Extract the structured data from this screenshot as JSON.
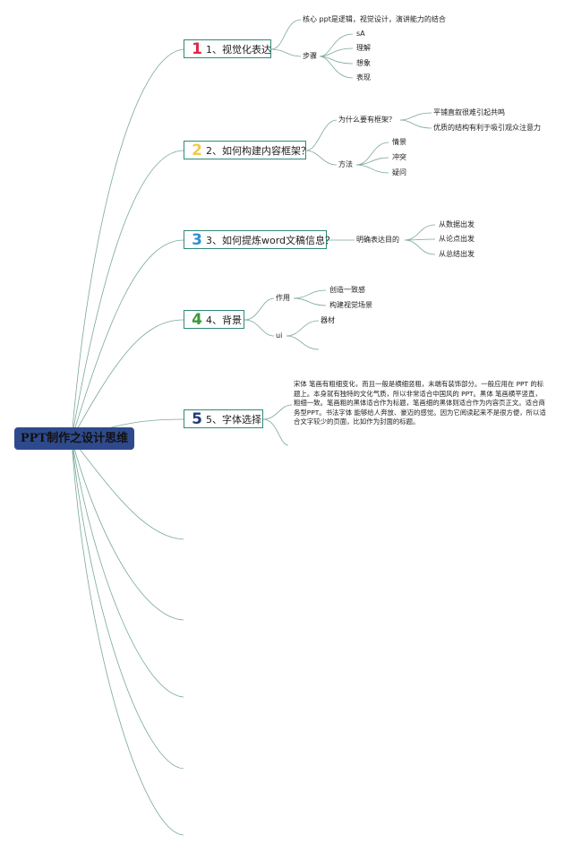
{
  "root": {
    "label": "PPT制作之设计思维"
  },
  "topics": [
    {
      "num": "1",
      "label": "1、视觉化表达",
      "color": "#e0264a"
    },
    {
      "num": "2",
      "label": "2、如何构建内容框架？",
      "color": "#f2c94c"
    },
    {
      "num": "3",
      "label": "3、如何提炼word文稿信息？",
      "color": "#2d8fd5"
    },
    {
      "num": "4",
      "label": "4、背景",
      "color": "#3a9a3c"
    },
    {
      "num": "5",
      "label": "5、字体选择",
      "color": "#233a7a"
    }
  ],
  "t1": {
    "core": "核心 ppt是逻辑，视觉设计，演讲能力的结合",
    "steps": "步骤",
    "step_items": [
      "sA",
      "理解",
      "想象",
      "表现"
    ]
  },
  "t2": {
    "why": "为什么要有框架？",
    "why_items": [
      "平铺直叙很难引起共鸣",
      "优质的结构有利于吸引观众注意力"
    ],
    "method": "方法",
    "method_items": [
      "情景",
      "冲突",
      "疑问"
    ]
  },
  "t3": {
    "goal": "明确表达目的",
    "goal_items": [
      "从数据出发",
      "从论点出发",
      "从总结出发"
    ]
  },
  "t4": {
    "effect": "作用",
    "effect_items": [
      "创造一致感",
      "构建视觉场景"
    ],
    "ui": "ui",
    "ui_items": [
      "器材"
    ]
  },
  "t5": {
    "text": "宋体 笔画有粗细变化，而且一般是横细竖粗，末端有装饰部分。一般应用在 PPT 的标题上。本身就有独特的文化气质，所以非常适合中国风的 PPT。黑体 笔画横平竖直，粗细一致。笔画粗的黑体适合作为标题，笔画细的黑体则适合作为内容页正文。适合商务型PPT。书法字体 能够给人奔放、豪迈的感觉。因为它阅读起来不是很方便，所以适合文字较少的页面，比如作为封面的标题。"
  },
  "colors": {
    "line": "#7aa89a",
    "root_bg": "#2f4a8c",
    "topic_border": "#2f8a7a"
  }
}
